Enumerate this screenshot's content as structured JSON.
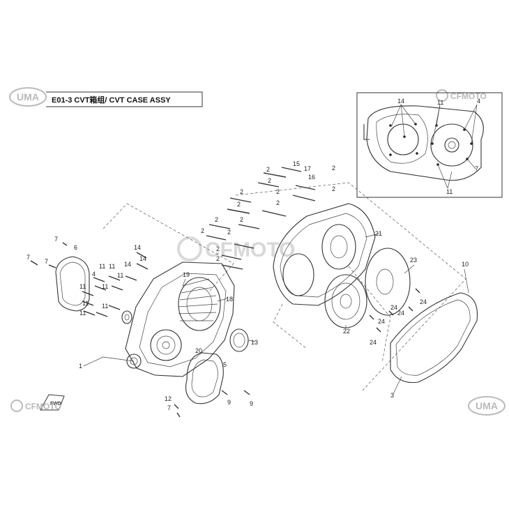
{
  "header": {
    "title": "E01-3 CVT箱组/ CVT CASE ASSY",
    "brand_left": "UMA"
  },
  "watermarks": {
    "cfmoto_top_right": "CFMOTO",
    "cfmoto_center": "CFMOTO",
    "cfmoto_bottom_left": "CFMOTO",
    "uma_bottom_right": "UMA"
  },
  "fwd_label": "FWD",
  "callouts": {
    "c1": "1",
    "c2": "2",
    "c3": "3",
    "c4": "4",
    "c5": "5",
    "c6": "6",
    "c7": "7",
    "c9": "9",
    "c10": "10",
    "c11": "11",
    "c12": "12",
    "c13": "13",
    "c14": "14",
    "c15": "15",
    "c16": "16",
    "c17": "17",
    "c18": "18",
    "c19": "19",
    "c20": "20",
    "c21": "21",
    "c22": "22",
    "c23": "23",
    "c24": "24"
  },
  "colors": {
    "line": "#333333",
    "watermark": "#b9b9b9",
    "background": "#ffffff"
  }
}
